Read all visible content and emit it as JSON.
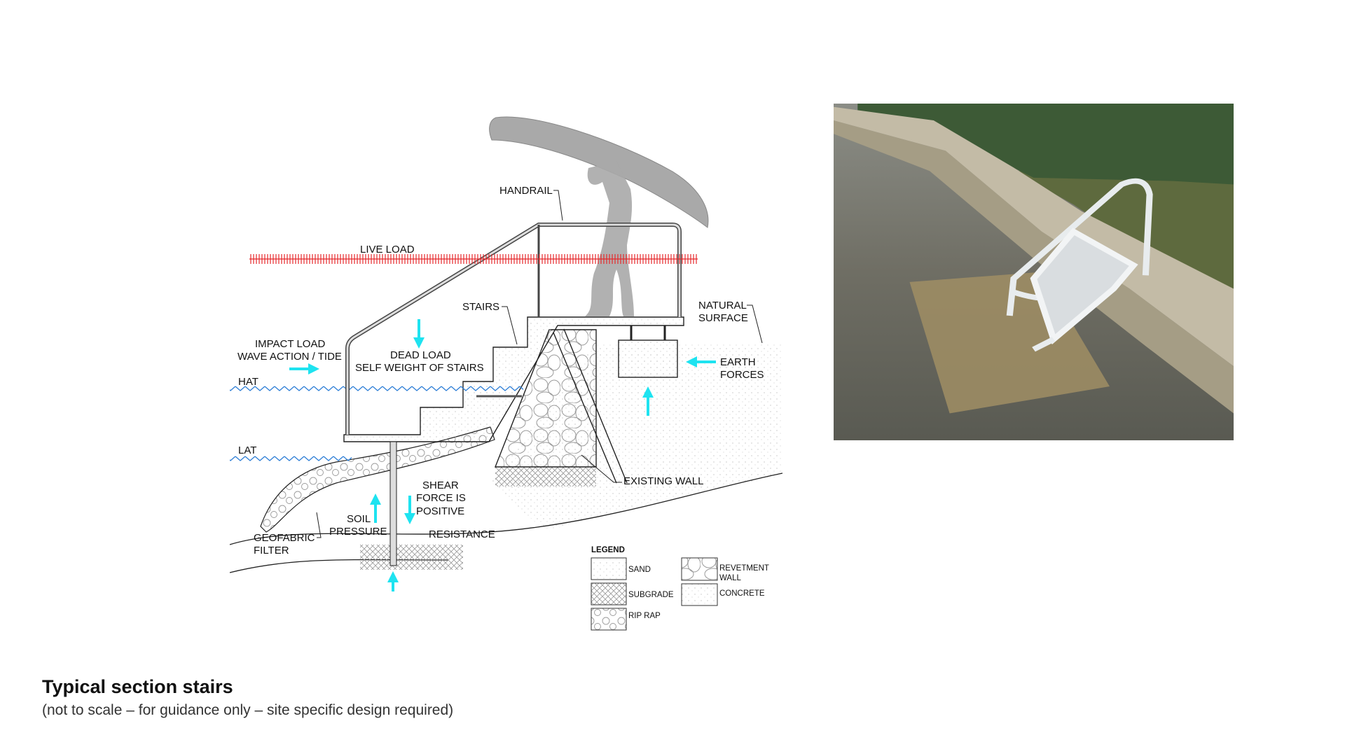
{
  "caption": {
    "title": "Typical section stairs",
    "subtitle": "(not to scale – for guidance only – site specific design required)"
  },
  "diagram": {
    "labels": {
      "handrail": "HANDRAIL",
      "live_load": "LIVE LOAD",
      "stairs": "STAIRS",
      "natural_surface_1": "NATURAL",
      "natural_surface_2": "SURFACE",
      "impact_load_1": "IMPACT LOAD",
      "impact_load_2": "WAVE ACTION / TIDE",
      "dead_load_1": "DEAD LOAD",
      "dead_load_2": "SELF WEIGHT OF STAIRS",
      "earth_forces_1": "EARTH",
      "earth_forces_2": "FORCES",
      "hat": "HAT",
      "lat": "LAT",
      "shear_1": "SHEAR",
      "shear_2": "FORCE IS",
      "shear_3": "POSITIVE",
      "soil_1": "SOIL",
      "soil_2": "PRESSURE",
      "resistance": "RESISTANCE",
      "geofabric_1": "GEOFABRIC",
      "geofabric_2": "FILTER",
      "existing_wall": "EXISTING WALL"
    },
    "legend": {
      "title": "LEGEND",
      "sand": "SAND",
      "subgrade": "SUBGRADE",
      "rip_rap": "RIP RAP",
      "revetment_1": "REVETMENT",
      "revetment_2": "WALL",
      "concrete": "CONCRETE"
    },
    "colors": {
      "force_arrow": "#1ee3f0",
      "live_load": "#e5282a",
      "water_line": "#2f7fd6"
    }
  }
}
